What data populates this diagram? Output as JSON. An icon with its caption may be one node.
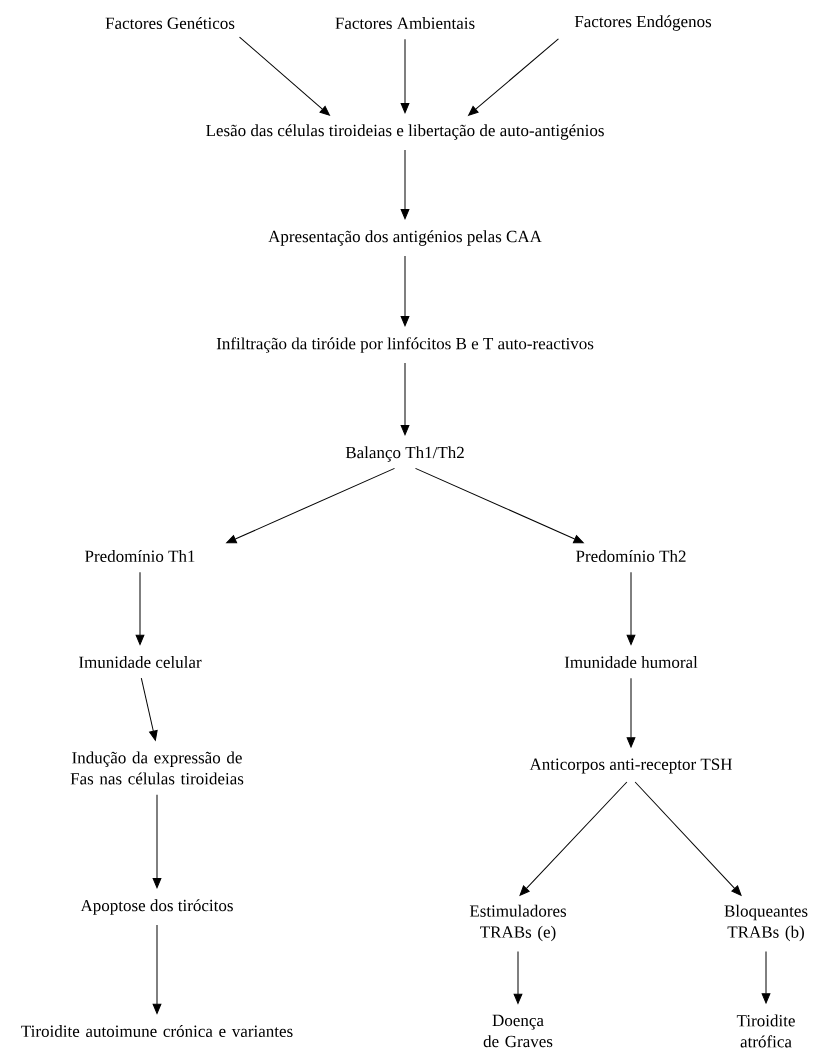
{
  "diagram": {
    "nodes": [
      {
        "text": [
          "Factores Genéticos"
        ]
      },
      {
        "text": [
          "Factores Ambientais"
        ]
      },
      {
        "text": [
          "Factores Endógenos"
        ]
      },
      {
        "text": [
          "Lesão das células tiroideias e libertação de auto-antigénios"
        ]
      },
      {
        "text": [
          "Apresentação dos antigénios pelas CAA"
        ]
      },
      {
        "text": [
          "Infiltração da tiróide por linfócitos B e T auto-reactivos"
        ]
      },
      {
        "text": [
          "Balanço Th1/Th2"
        ]
      },
      {
        "text": [
          "Predomínio Th1"
        ]
      },
      {
        "text": [
          "Predomínio Th2"
        ]
      },
      {
        "text": [
          "Imunidade celular"
        ]
      },
      {
        "text": [
          "Imunidade humoral"
        ]
      },
      {
        "text": [
          "Indução da expressão de Fas nas células tiroideias"
        ]
      },
      {
        "text": [
          "Anticorpos anti-receptor TSH"
        ]
      },
      {
        "text": [
          "Apoptose dos tirócitos"
        ]
      },
      {
        "text": [
          "Estimuladores TRABs (e)"
        ]
      },
      {
        "text": [
          "Bloqueantes TRABs (b)"
        ]
      },
      {
        "text": [
          "Tiroidite autoimune crónica e variantes"
        ]
      },
      {
        "text": [
          "Doença de Graves"
        ]
      },
      {
        "text": [
          "Tiroidite atrófica"
        ]
      }
    ],
    "edges": [
      {
        "from": 0,
        "to": 3,
        "arrow": "to"
      },
      {
        "from": 1,
        "to": 3,
        "arrow": "to"
      },
      {
        "from": 2,
        "to": 3,
        "arrow": "to"
      },
      {
        "from": 3,
        "to": 4,
        "arrow": "to"
      },
      {
        "from": 4,
        "to": 5,
        "arrow": "to"
      },
      {
        "from": 5,
        "to": 6,
        "arrow": "to"
      },
      {
        "from": 6,
        "to": 7,
        "arrow": "to"
      },
      {
        "from": 6,
        "to": 8,
        "arrow": "to"
      },
      {
        "from": 7,
        "to": 9,
        "arrow": "to"
      },
      {
        "from": 8,
        "to": 10,
        "arrow": "to"
      },
      {
        "from": 9,
        "to": 11,
        "arrow": "to"
      },
      {
        "from": 10,
        "to": 12,
        "arrow": "to"
      },
      {
        "from": 11,
        "to": 13,
        "arrow": "to"
      },
      {
        "from": 12,
        "to": 14,
        "arrow": "to"
      },
      {
        "from": 12,
        "to": 15,
        "arrow": "to"
      },
      {
        "from": 13,
        "to": 16,
        "arrow": "to"
      },
      {
        "from": 14,
        "to": 17,
        "arrow": "to"
      },
      {
        "from": 15,
        "to": 18,
        "arrow": "to"
      }
    ]
  }
}
